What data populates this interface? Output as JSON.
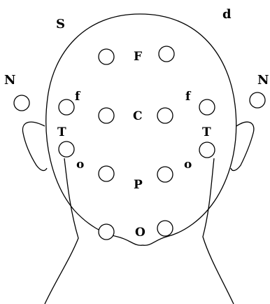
{
  "labels": {
    "left_side": "S",
    "right_side": "d",
    "left_nasion": "N",
    "right_nasion": "N",
    "frontal": "F",
    "central": "C",
    "parietal": "P",
    "occipital": "O",
    "left_frontal_temporal": "f",
    "right_frontal_temporal": "f",
    "left_temporal": "T",
    "right_temporal": "T",
    "left_occipital_temporal": "o",
    "right_occipital_temporal": "o"
  },
  "electrodes": [
    {
      "name": "electrode-left-ear"
    },
    {
      "name": "electrode-right-ear"
    },
    {
      "name": "electrode-frontal-left"
    },
    {
      "name": "electrode-frontal-right"
    },
    {
      "name": "electrode-temporal-front-left"
    },
    {
      "name": "electrode-temporal-front-right"
    },
    {
      "name": "electrode-central-left"
    },
    {
      "name": "electrode-central-right"
    },
    {
      "name": "electrode-temporal-back-left"
    },
    {
      "name": "electrode-temporal-back-right"
    },
    {
      "name": "electrode-parietal-left"
    },
    {
      "name": "electrode-parietal-right"
    },
    {
      "name": "electrode-occipital-left"
    },
    {
      "name": "electrode-occipital-right"
    }
  ]
}
